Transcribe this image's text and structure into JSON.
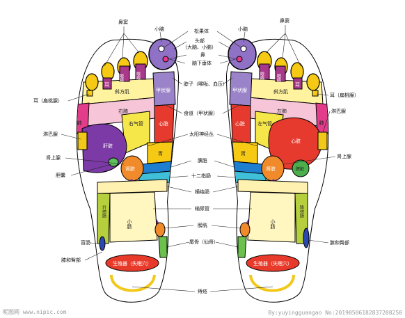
{
  "diagram": {
    "center_labels": [
      "松果体",
      "头部",
      "（大脑、小脑）",
      "鼻",
      "脑下垂体",
      "脖子（喉咙、血压）",
      "食道（甲状腺）",
      "太阳神经丛",
      "胰脏",
      "十二指肠",
      "横结肠",
      "输尿管",
      "膀胱",
      "尾骨（仙骨）",
      "痔疮"
    ],
    "left_labels": {
      "nose_sinus": "鼻窦",
      "small_brain": "小脑",
      "ear_tonsil": "耳（扁桃腺）",
      "lymph": "淋巴腺",
      "adrenal": "肾上腺",
      "gallbladder": "胆囊",
      "cecum": "盲肠",
      "knee_hip": "膝和臀部"
    },
    "right_labels": {
      "small_brain": "小脑",
      "nose_sinus": "鼻窦",
      "ear_tonsil": "耳（扁桃腺）",
      "lymph": "淋巴腺",
      "adrenal": "肾上腺",
      "knee_hip": "膝和臀部"
    },
    "zones": {
      "eye": "眼睛",
      "ear": "耳",
      "trapezius": "斜方肌",
      "right_lung": "右肺",
      "left_lung": "左肺",
      "thyroid": "甲状腺",
      "right_bronchus": "右气管",
      "left_bronchus": "左气管",
      "liver": "肝脏",
      "heart": "心脏",
      "stomach": "胃",
      "kidney": "肾脏",
      "spleen": "脾脏",
      "lung_short": "肺",
      "ascending_colon": "升结肠",
      "descending_colon": "降结肠",
      "small_intestine": "小肠",
      "genitals": "生殖器（失眠穴）"
    }
  },
  "watermark": {
    "left": "昵图网 www.nipic.com",
    "right": "By:yuyingguangao No:20190506182837208250"
  }
}
